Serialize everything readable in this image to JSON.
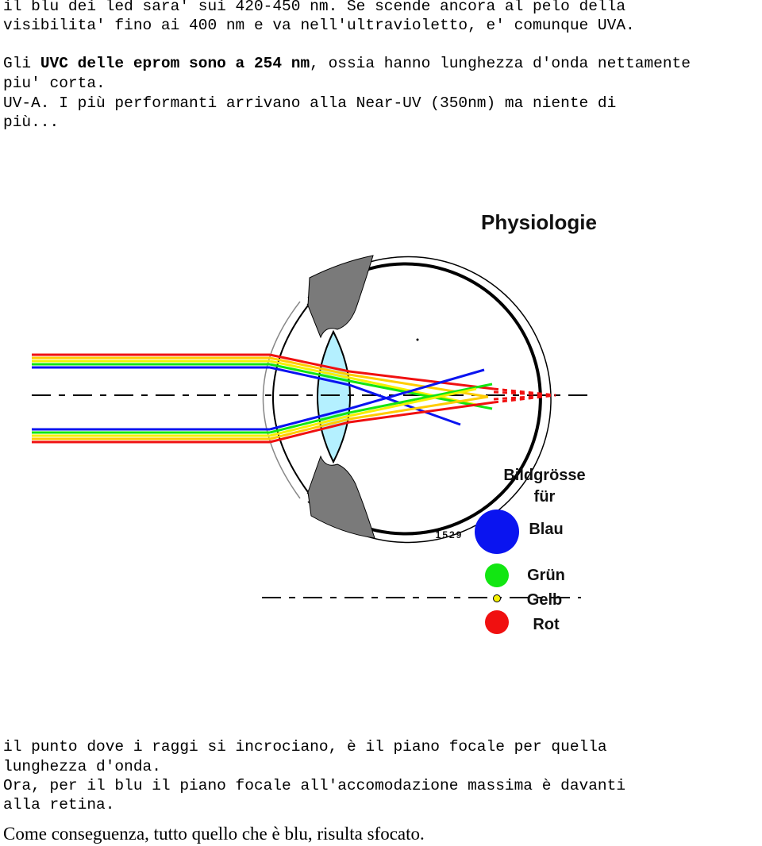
{
  "intro": {
    "line1": "il blu dei led sara' sui 420-450 nm. Se scende ancora al pelo della",
    "line2": "visibilita' fino ai 400 nm e va nell'ultravioletto, e' comunque UVA.",
    "uvc_pre": "Gli ",
    "uvc_bold": "UVC delle eprom sono a 254 nm",
    "uvc_post": ", ossia hanno lunghezza d'onda nettamente",
    "line4": "piu' corta.",
    "line5": "UV-A. I più performanti arrivano alla Near-UV (350nm) ma niente di",
    "line6": "più..."
  },
  "figure": {
    "header_partial": "Physiologie",
    "size_label_1": "Bildgrösse",
    "size_label_2": "für",
    "code": "1529",
    "colors": [
      {
        "label": "Blau",
        "hex": "#0a14f0",
        "relative_size": 1.0
      },
      {
        "label": "Grün",
        "hex": "#12e612",
        "relative_size": 0.55
      },
      {
        "label": "Gelb",
        "hex": "#f5f000",
        "relative_size": 0.15
      },
      {
        "label": "Rot",
        "hex": "#f01010",
        "relative_size": 0.55
      }
    ],
    "lens_color": "#b4f0ff",
    "tissue_color": "#7a7a7a"
  },
  "outro": {
    "line1": "il punto dove i raggi si incrociano, è il piano focale per quella",
    "line2": "lunghezza d'onda.",
    "line3": "Ora, per il blu il piano focale all'accomodazione massima è davanti",
    "line4": "alla retina."
  },
  "conclusion": "Come conseguenza, tutto quello che è blu, risulta sfocato."
}
